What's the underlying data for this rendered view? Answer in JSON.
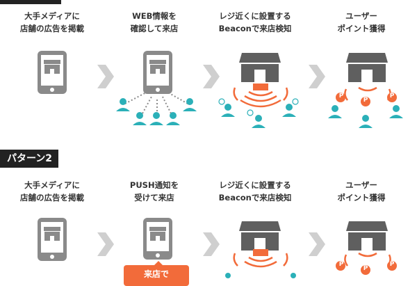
{
  "pattern2_label": "パターン2",
  "steps": {
    "row1_s1": "大手メディアに\n店舗の広告を掲載",
    "row1_s2": "WEB情報を\n確認して来店",
    "row1_s3": "レジ近くに設置する\nBeaconで来店検知",
    "row1_s4": "ユーザー\nポイント獲得",
    "row2_s1": "大手メディアに\n店舗の広告を掲載",
    "row2_s2": "PUSH通知を\n受けて来店",
    "row2_s3": "レジ近くに設置する\nBeaconで来店検知",
    "row2_s4": "ユーザー\nポイント獲得"
  },
  "callout_text": "来店で",
  "point_glyph": "P",
  "colors": {
    "dark": "#222222",
    "text": "#333333",
    "phone": "#8a8a8a",
    "store": "#5f5f5f",
    "accent": "#f26b3a",
    "teal": "#2bb0b8",
    "arrow": "#cfcfcf"
  }
}
